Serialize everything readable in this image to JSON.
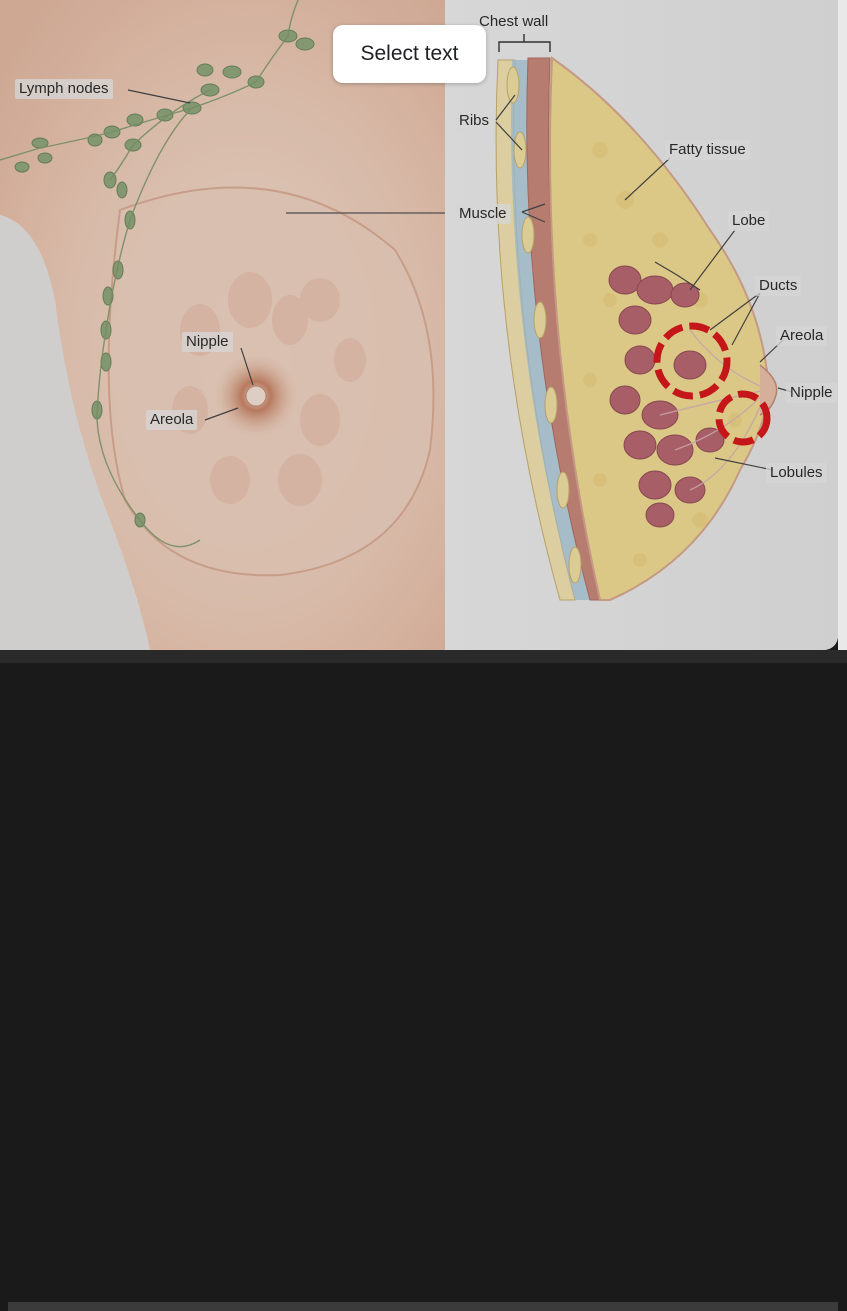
{
  "overlay": {
    "select_text_label": "Select text"
  },
  "labels": {
    "chest_wall": "Chest wall",
    "lymph_nodes": "Lymph nodes",
    "ribs": "Ribs",
    "fatty_tissue": "Fatty tissue",
    "muscle": "Muscle",
    "lobe": "Lobe",
    "ducts": "Ducts",
    "areola_right": "Areola",
    "nipple_left": "Nipple",
    "nipple_right": "Nipple",
    "areola_left": "Areola",
    "lobules": "Lobules"
  },
  "colors": {
    "skin": "#e9c8b5",
    "muscle": "#c9877a",
    "fat": "#f1dc92",
    "lobule": "#b8666f",
    "lymph": "#8ea37a",
    "marker": "#d9161a"
  }
}
